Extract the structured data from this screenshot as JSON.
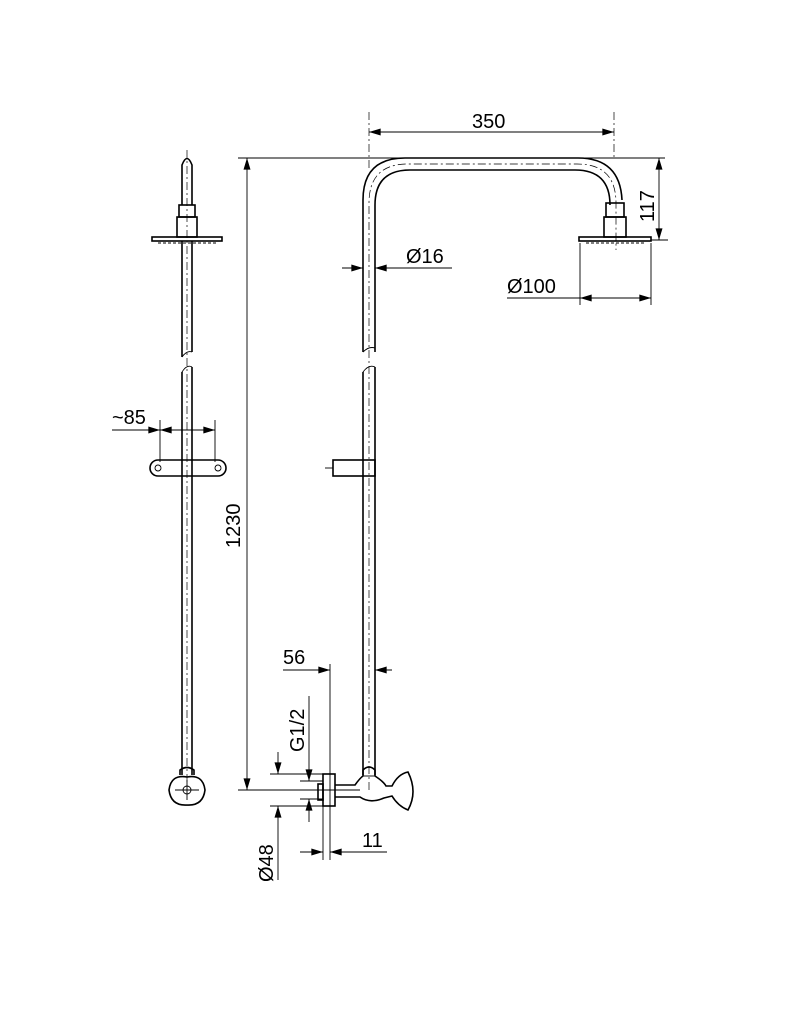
{
  "drawing": {
    "title": "Shower column technical drawing",
    "dimensions": {
      "arm_length": "350",
      "head_drop": "117",
      "pipe_diameter": "Ø16",
      "head_diameter": "Ø100",
      "bracket_offset": "~85",
      "total_height": "1230",
      "wall_distance": "56",
      "thread": "G1/2",
      "flange_diameter": "Ø48",
      "flange_depth": "11"
    },
    "colors": {
      "line": "#000000",
      "background": "#ffffff"
    }
  }
}
